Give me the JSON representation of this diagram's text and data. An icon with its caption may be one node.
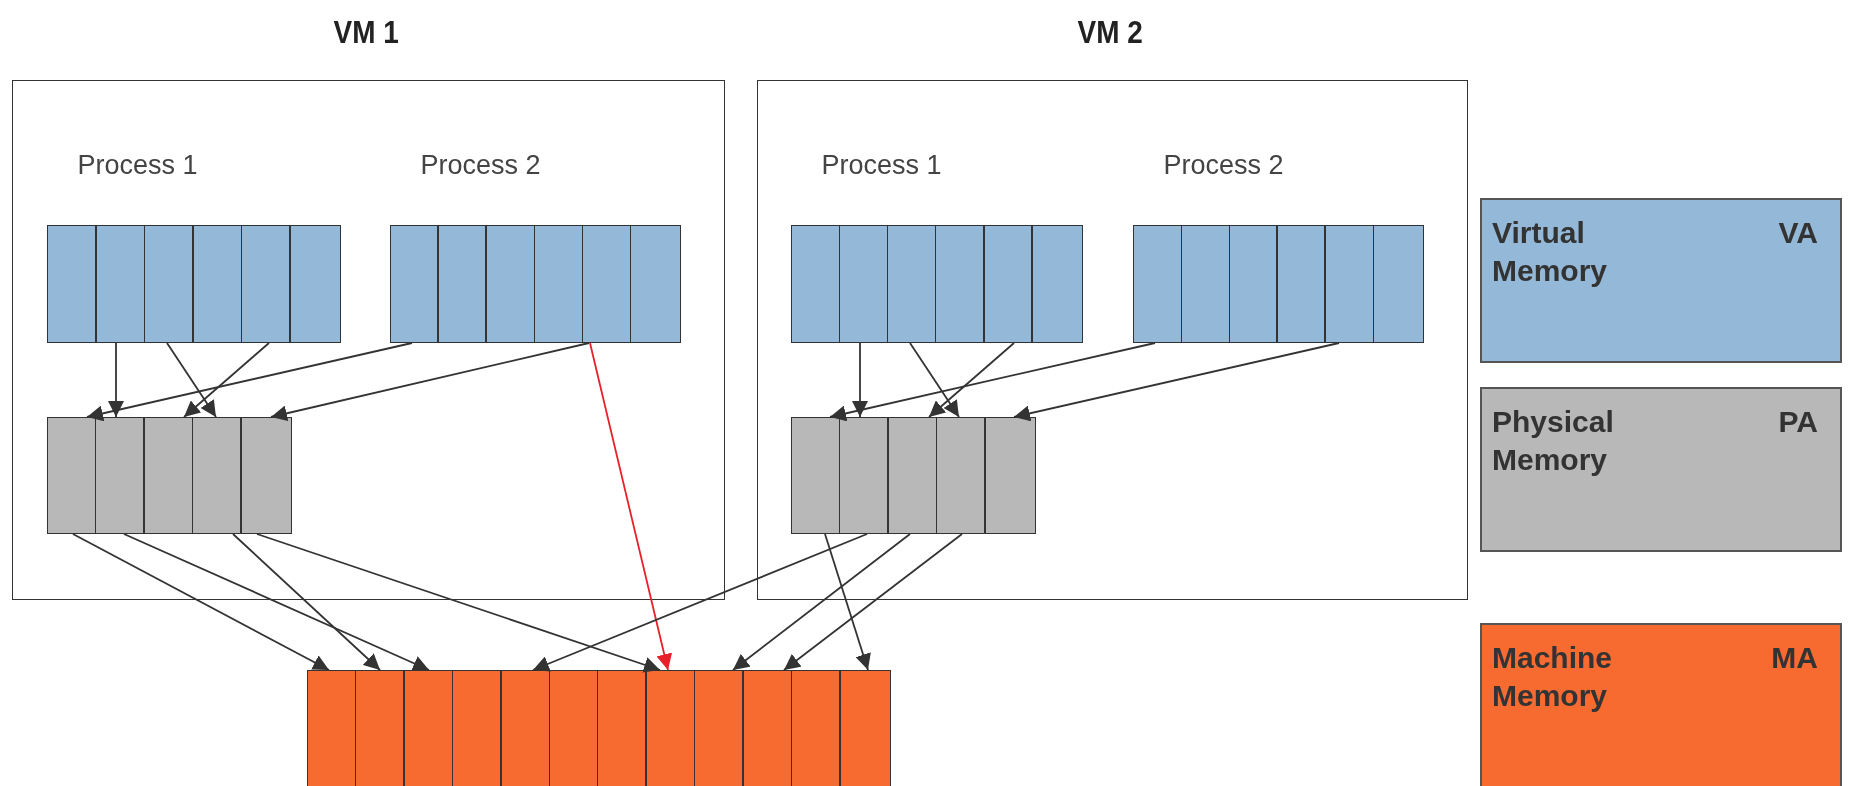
{
  "diagram": {
    "nodes": [
      {
        "text": [
          "VM 1"
        ]
      },
      {
        "text": [
          "Process 1"
        ],
        "in": 0
      },
      {
        "text": [
          "Process 2"
        ],
        "in": 0
      },
      {
        "text": [],
        "shape": "box",
        "in": 0
      },
      {
        "text": [
          "VM 2"
        ]
      },
      {
        "text": [
          "Process 1"
        ],
        "in": 4
      },
      {
        "text": [
          "Process 2"
        ],
        "in": 4
      },
      {
        "text": [],
        "shape": "box",
        "in": 4
      },
      {
        "text": [],
        "shape": "box"
      }
    ],
    "edges": [
      {
        "from": 1,
        "to": 3,
        "arrow": "to"
      },
      {
        "from": 1,
        "to": 3,
        "arrow": "to"
      },
      {
        "from": 1,
        "to": 3,
        "arrow": "to"
      },
      {
        "from": 2,
        "to": 3,
        "arrow": "to"
      },
      {
        "from": 2,
        "to": 3,
        "arrow": "to"
      },
      {
        "from": 2,
        "to": 8,
        "arrow": "to",
        "color": "#e8202a"
      },
      {
        "from": 3,
        "to": 8,
        "arrow": "to"
      },
      {
        "from": 3,
        "to": 8,
        "arrow": "to"
      },
      {
        "from": 3,
        "to": 8,
        "arrow": "to"
      },
      {
        "from": 3,
        "to": 8,
        "arrow": "to"
      },
      {
        "from": 5,
        "to": 7,
        "arrow": "to"
      },
      {
        "from": 5,
        "to": 7,
        "arrow": "to"
      },
      {
        "from": 5,
        "to": 7,
        "arrow": "to"
      },
      {
        "from": 6,
        "to": 7,
        "arrow": "to"
      },
      {
        "from": 6,
        "to": 7,
        "arrow": "to"
      },
      {
        "from": 7,
        "to": 8,
        "arrow": "to"
      },
      {
        "from": 7,
        "to": 8,
        "arrow": "to"
      },
      {
        "from": 7,
        "to": 8,
        "arrow": "to"
      },
      {
        "from": 7,
        "to": 8,
        "arrow": "to"
      }
    ],
    "labels": [
      "VA",
      "PA",
      "MA"
    ],
    "legend": [
      {
        "text": "Virtual Memory",
        "color": "#94b8d8"
      },
      {
        "text": "Physical Memory",
        "color": "#b8b8b8"
      },
      {
        "text": "Machine Memory",
        "color": "#f86b30"
      }
    ]
  }
}
